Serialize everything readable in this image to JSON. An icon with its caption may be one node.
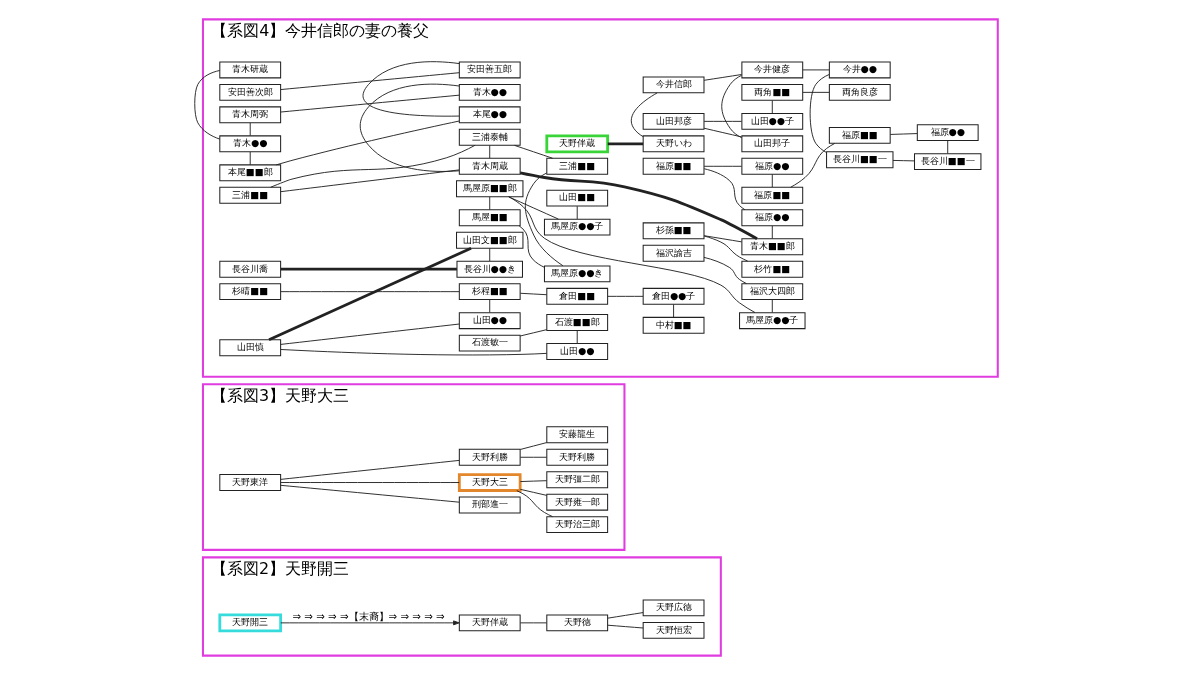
{
  "diagram": {
    "nodes": [
      {
        "text": [
          "【系図2】天野開三"
        ]
      },
      {
        "text": [
          "天野開三"
        ],
        "in": 0
      },
      {
        "text": [
          "天野伴蔵"
        ],
        "in": 0
      },
      {
        "text": [
          "天野徳"
        ],
        "in": 0
      },
      {
        "text": [
          "天野恒宏"
        ],
        "in": 0
      },
      {
        "text": [
          "天野広徳"
        ],
        "in": 0
      },
      {
        "text": [
          "【系図3】天野大三"
        ]
      },
      {
        "text": [
          "天野東洋"
        ],
        "in": 6
      },
      {
        "text": [
          "天野大三"
        ],
        "in": 6
      },
      {
        "text": [
          "天野利勝"
        ],
        "in": 6
      },
      {
        "text": [
          "刑部進一"
        ],
        "in": 6
      },
      {
        "text": [
          "天野雍一郎"
        ],
        "in": 6
      },
      {
        "text": [
          "天野彊二郎"
        ],
        "in": 6
      },
      {
        "text": [
          "天野治三郎"
        ],
        "in": 6
      },
      {
        "text": [
          "天野利勝"
        ],
        "in": 6
      },
      {
        "text": [
          "安藤龍生"
        ],
        "in": 6
      },
      {
        "text": [
          "【系図4】今井信郎の妻の養父"
        ]
      },
      {
        "text": [
          "両角■■"
        ],
        "in": 16
      },
      {
        "text": [
          "両角良彦"
        ],
        "in": 16
      },
      {
        "text": [
          "山田邦彦"
        ],
        "in": 16
      },
      {
        "text": [
          "山田●●子"
        ],
        "in": 16
      },
      {
        "text": [
          "天野伴蔵"
        ],
        "in": 16
      },
      {
        "text": [
          "天野いわ"
        ],
        "in": 16
      },
      {
        "text": [
          "山田邦子"
        ],
        "in": 16
      },
      {
        "text": [
          "今井信郎"
        ],
        "in": 16
      },
      {
        "text": [
          "今井健彦"
        ],
        "in": 16
      },
      {
        "text": [
          "今井●●"
        ],
        "in": 16
      },
      {
        "text": [
          "長谷川■■一"
        ],
        "in": 16
      },
      {
        "text": [
          "長谷川■■一"
        ],
        "in": 16
      },
      {
        "text": [
          "安田善次郎"
        ],
        "in": 16
      },
      {
        "text": [
          "安田善五郎"
        ],
        "in": 16
      },
      {
        "text": [
          "福原■■"
        ],
        "in": 16
      },
      {
        "text": [
          "福原■■"
        ],
        "in": 16
      },
      {
        "text": [
          "福原●●"
        ],
        "in": 16
      },
      {
        "text": [
          "本尾■■郎"
        ],
        "in": 16
      },
      {
        "text": [
          "本尾●●"
        ],
        "in": 16
      },
      {
        "text": [
          "福原■■"
        ],
        "in": 16
      },
      {
        "text": [
          "福原●●"
        ],
        "in": 16
      },
      {
        "text": [
          "青木●●"
        ],
        "in": 16
      },
      {
        "text": [
          "福原●●"
        ],
        "in": 16
      },
      {
        "text": [
          "青木研蔵"
        ],
        "in": 16
      },
      {
        "text": [
          "青木周弼"
        ],
        "in": 16
      },
      {
        "text": [
          "青木●●"
        ],
        "in": 16
      },
      {
        "text": [
          "三浦■■"
        ],
        "in": 16
      },
      {
        "text": [
          "青木周蔵"
        ],
        "in": 16
      },
      {
        "text": [
          "青木■■郎"
        ],
        "in": 16
      },
      {
        "text": [
          "杉孫■■"
        ],
        "in": 16
      },
      {
        "text": [
          "杉竹■■"
        ],
        "in": 16
      },
      {
        "text": [
          "三浦泰輔"
        ],
        "in": 16
      },
      {
        "text": [
          "三浦■■"
        ],
        "in": 16
      },
      {
        "text": [
          "馬屋■■"
        ],
        "in": 16
      },
      {
        "text": [
          "馬屋原●●き"
        ],
        "in": 16
      },
      {
        "text": [
          "馬屋原■■郎"
        ],
        "in": 16
      },
      {
        "text": [
          "馬屋原●●子"
        ],
        "in": 16
      },
      {
        "text": [
          "長谷川喬"
        ],
        "in": 16
      },
      {
        "text": [
          "長谷川●●き"
        ],
        "in": 16
      },
      {
        "text": [
          "福沢諭吉"
        ],
        "in": 16
      },
      {
        "text": [
          "福沢大四郎"
        ],
        "in": 16
      },
      {
        "text": [
          "山田文■■郎"
        ],
        "in": 16
      },
      {
        "text": [
          "馬屋原●●子"
        ],
        "in": 16
      },
      {
        "text": [
          "山田慎"
        ],
        "in": 16
      },
      {
        "text": [
          "山田■■"
        ],
        "in": 16
      },
      {
        "text": [
          "山田●●"
        ],
        "in": 16
      },
      {
        "text": [
          "石渡敏一"
        ],
        "in": 16
      },
      {
        "text": [
          "石渡■■郎"
        ],
        "in": 16
      },
      {
        "text": [
          "山田●●"
        ],
        "in": 16
      },
      {
        "text": [
          "中村■■"
        ],
        "in": 16
      },
      {
        "text": [
          "杉晴■■"
        ],
        "in": 16
      },
      {
        "text": [
          "杉程■■"
        ],
        "in": 16
      },
      {
        "text": [
          "倉田■■"
        ],
        "in": 16
      },
      {
        "text": [
          "倉田●●子"
        ],
        "in": 16
      }
    ],
    "edges": [
      {
        "from": 1,
        "to": 2,
        "arrow": "to",
        "label": "⇒ ⇒ ⇒ ⇒ ⇒【末裔】⇒ ⇒ ⇒ ⇒ ⇒"
      },
      {
        "from": 2,
        "to": 3,
        "arrow": "none"
      },
      {
        "from": 3,
        "to": 4,
        "arrow": "none"
      },
      {
        "from": 3,
        "to": 5,
        "arrow": "none"
      },
      {
        "from": 7,
        "to": 8,
        "arrow": "none"
      },
      {
        "from": 7,
        "to": 9,
        "arrow": "none"
      },
      {
        "from": 7,
        "to": 10,
        "arrow": "none"
      },
      {
        "from": 8,
        "to": 11,
        "arrow": "none"
      },
      {
        "from": 8,
        "to": 12,
        "arrow": "none"
      },
      {
        "from": 8,
        "to": 13,
        "arrow": "none"
      },
      {
        "from": 9,
        "to": 14,
        "arrow": "none"
      },
      {
        "from": 9,
        "to": 15,
        "arrow": "none"
      },
      {
        "from": 17,
        "to": 18,
        "arrow": "none"
      },
      {
        "from": 17,
        "to": 20,
        "arrow": "none"
      },
      {
        "from": 19,
        "to": 20,
        "arrow": "none"
      },
      {
        "from": 19,
        "to": 23,
        "arrow": "none"
      },
      {
        "from": 21,
        "to": 22,
        "arrow": "none",
        "style": "thick"
      },
      {
        "from": 22,
        "to": 24,
        "arrow": "none"
      },
      {
        "from": 23,
        "to": 25,
        "arrow": "none"
      },
      {
        "from": 24,
        "to": 25,
        "arrow": "none"
      },
      {
        "from": 25,
        "to": 26,
        "arrow": "none"
      },
      {
        "from": 26,
        "to": 27,
        "arrow": "none"
      },
      {
        "from": 27,
        "to": 28,
        "arrow": "none"
      },
      {
        "from": 28,
        "to": 33,
        "arrow": "none"
      },
      {
        "from": 29,
        "to": 30,
        "arrow": "none"
      },
      {
        "from": 30,
        "to": 35,
        "arrow": "none"
      },
      {
        "from": 31,
        "to": 32,
        "arrow": "none"
      },
      {
        "from": 32,
        "to": 33,
        "arrow": "none"
      },
      {
        "from": 31,
        "to": 37,
        "arrow": "none"
      },
      {
        "from": 36,
        "to": 37,
        "arrow": "none"
      },
      {
        "from": 36,
        "to": 39,
        "arrow": "none"
      },
      {
        "from": 34,
        "to": 35,
        "arrow": "none"
      },
      {
        "from": 34,
        "to": 38,
        "arrow": "none"
      },
      {
        "from": 38,
        "to": 40,
        "arrow": "none"
      },
      {
        "from": 38,
        "to": 41,
        "arrow": "none"
      },
      {
        "from": 41,
        "to": 42,
        "arrow": "none"
      },
      {
        "from": 42,
        "to": 44,
        "arrow": "none"
      },
      {
        "from": 43,
        "to": 44,
        "arrow": "none"
      },
      {
        "from": 43,
        "to": 48,
        "arrow": "none"
      },
      {
        "from": 44,
        "to": 48,
        "arrow": "none"
      },
      {
        "from": 44,
        "to": 45,
        "arrow": "none",
        "style": "thick"
      },
      {
        "from": 39,
        "to": 45,
        "arrow": "none"
      },
      {
        "from": 46,
        "to": 45,
        "arrow": "none"
      },
      {
        "from": 46,
        "to": 47,
        "arrow": "none"
      },
      {
        "from": 48,
        "to": 49,
        "arrow": "none"
      },
      {
        "from": 49,
        "to": 51,
        "arrow": "none"
      },
      {
        "from": 50,
        "to": 51,
        "arrow": "none"
      },
      {
        "from": 50,
        "to": 52,
        "arrow": "none"
      },
      {
        "from": 52,
        "to": 53,
        "arrow": "none"
      },
      {
        "from": 52,
        "to": 59,
        "arrow": "none"
      },
      {
        "from": 53,
        "to": 57,
        "arrow": "none"
      },
      {
        "from": 56,
        "to": 57,
        "arrow": "none"
      },
      {
        "from": 54,
        "to": 55,
        "arrow": "none",
        "style": "thick"
      },
      {
        "from": 55,
        "to": 58,
        "arrow": "none"
      },
      {
        "from": 58,
        "to": 60,
        "arrow": "none",
        "style": "thick"
      },
      {
        "from": 59,
        "to": 61,
        "arrow": "none"
      },
      {
        "from": 60,
        "to": 62,
        "arrow": "none"
      },
      {
        "from": 60,
        "to": 65,
        "arrow": "none"
      },
      {
        "from": 62,
        "to": 64,
        "arrow": "none"
      },
      {
        "from": 63,
        "to": 64,
        "arrow": "none"
      },
      {
        "from": 65,
        "to": 68,
        "arrow": "none"
      },
      {
        "from": 67,
        "to": 68,
        "arrow": "none"
      },
      {
        "from": 68,
        "to": 69,
        "arrow": "none"
      },
      {
        "from": 69,
        "to": 70,
        "arrow": "none"
      },
      {
        "from": 66,
        "to": 70,
        "arrow": "none"
      }
    ]
  }
}
